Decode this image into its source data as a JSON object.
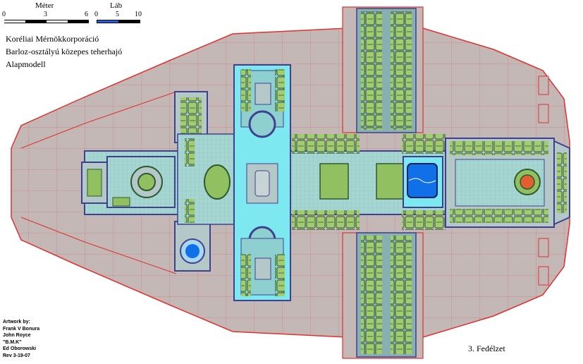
{
  "scales": {
    "meter": {
      "label": "Méter",
      "ticks": [
        "0",
        "3",
        "6"
      ]
    },
    "feet": {
      "label": "Láb",
      "ticks": [
        "0",
        "5",
        "10"
      ]
    }
  },
  "titles": {
    "manufacturer": "Koréliai Mérnökkorporáció",
    "model": "Barloz-osztályú közepes teherhajó",
    "variant": "Alapmodell"
  },
  "credits": {
    "heading": "Artwork by:",
    "names": [
      "Frank V Bonura",
      "John Royce",
      "\"B.M.K\"",
      "Ed Oborowski"
    ],
    "revision": "Rev 3-19-07"
  },
  "deck": "3. Fedélzet",
  "colors": {
    "hull": "#c4b8b6",
    "hull_outline": "#e03030",
    "floor_teal": "#a8dcd8",
    "floor_cyan": "#7ee8f0",
    "room_gray": "#b4c8c8",
    "cargo_green": "#90c060",
    "dark_green": "#305830",
    "wall_blue": "#404090",
    "water_blue": "#1070e8"
  },
  "icons": [
    "compass-rose-icon",
    "engine-pod-icon",
    "cargo-crate-icon",
    "console-icon"
  ]
}
